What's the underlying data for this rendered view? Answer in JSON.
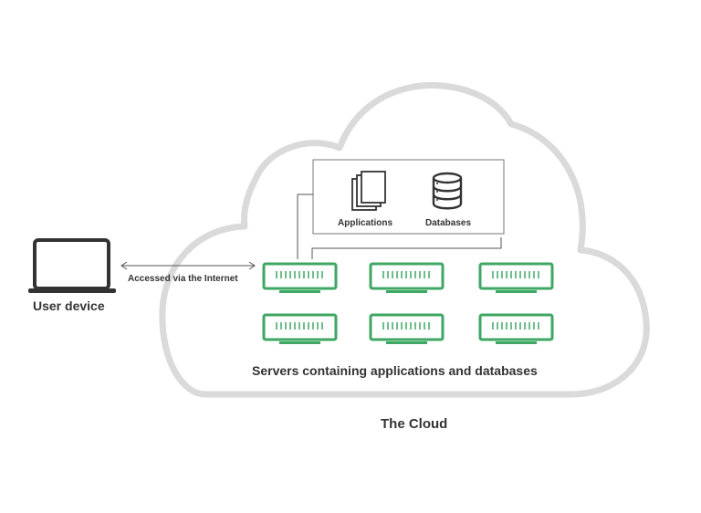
{
  "labels": {
    "user_device": "User device",
    "access": "Accessed via the Internet",
    "applications": "Applications",
    "databases": "Databases",
    "servers": "Servers containing applications and databases",
    "cloud": "The Cloud"
  },
  "servers": {
    "rows": 2,
    "columns": 3
  },
  "icons": [
    "laptop-icon",
    "documents-icon",
    "database-icon",
    "server-icon"
  ],
  "colors": {
    "cloud_outline": "#dadada",
    "server_green": "#3fa764",
    "line_gray": "#555555",
    "text": "#333333"
  }
}
